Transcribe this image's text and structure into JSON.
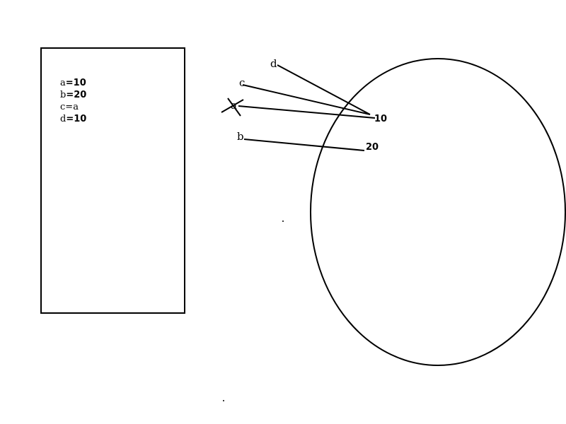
{
  "code_box": {
    "lines": [
      {
        "lhs": "a",
        "rhs": "10"
      },
      {
        "lhs": "b",
        "rhs": "20"
      },
      {
        "lhs": "c",
        "rhs": "a"
      },
      {
        "lhs": "d",
        "rhs": "10"
      }
    ]
  },
  "memory": {
    "variables": [
      {
        "name": "d",
        "points_to": "10",
        "crossed": false
      },
      {
        "name": "c",
        "points_to": "10",
        "crossed": false
      },
      {
        "name": "a",
        "points_to": "10",
        "crossed": true
      },
      {
        "name": "b",
        "points_to": "20",
        "crossed": false
      }
    ],
    "values": [
      "10",
      "20"
    ]
  }
}
